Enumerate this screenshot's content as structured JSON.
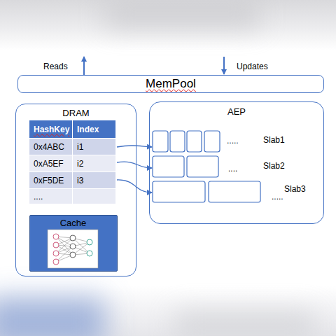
{
  "diagram": {
    "nodes": [
      {
        "text": [
          "MemPool"
        ]
      },
      {
        "text": [
          "DRAM"
        ]
      },
      {
        "text": [
          "AEP"
        ]
      },
      {
        "text": [
          "Cache"
        ],
        "in": 1
      }
    ],
    "labels": [
      "Reads",
      "Updates",
      "HashKey",
      "Index",
      "0x4ABC",
      "i1",
      "0xA5EF",
      "i2",
      "0xF5DE",
      "i3",
      "....",
      ".....",
      "Slab1",
      "....",
      "Slab2",
      ".....",
      "Slab3"
    ]
  }
}
